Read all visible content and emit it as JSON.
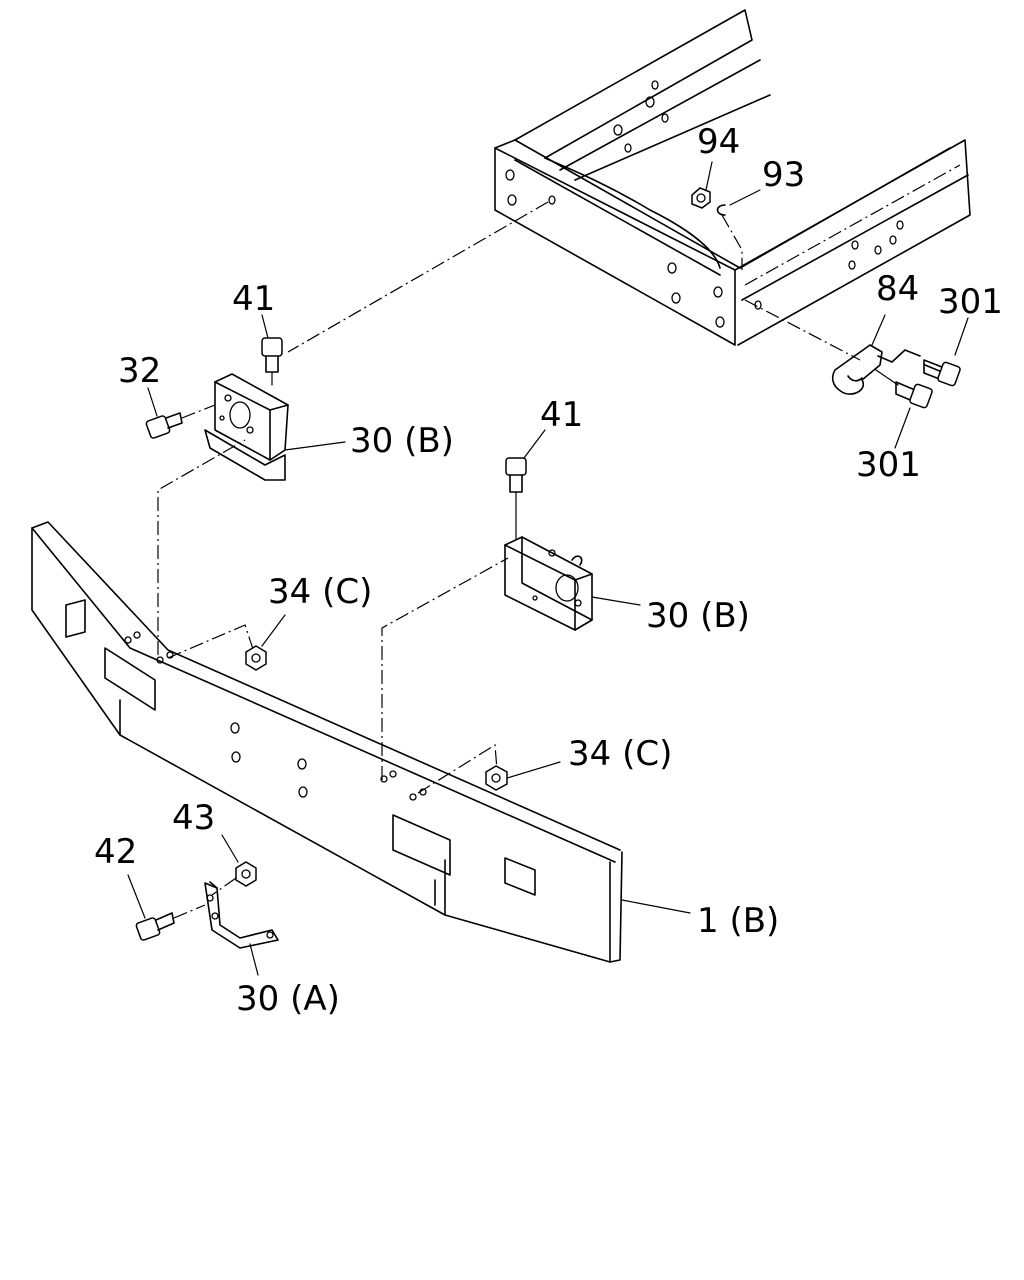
{
  "labels": {
    "l94": "94",
    "l93": "93",
    "l41a": "41",
    "l84": "84",
    "l301a": "301",
    "l32": "32",
    "l30b1": "30 (B)",
    "l41b": "41",
    "l301b": "301",
    "l34c1": "34 (C)",
    "l30b2": "30 (B)",
    "l34c2": "34 (C)",
    "l43": "43",
    "l42": "42",
    "l1b": "1 (B)",
    "l30a": "30 (A)"
  }
}
